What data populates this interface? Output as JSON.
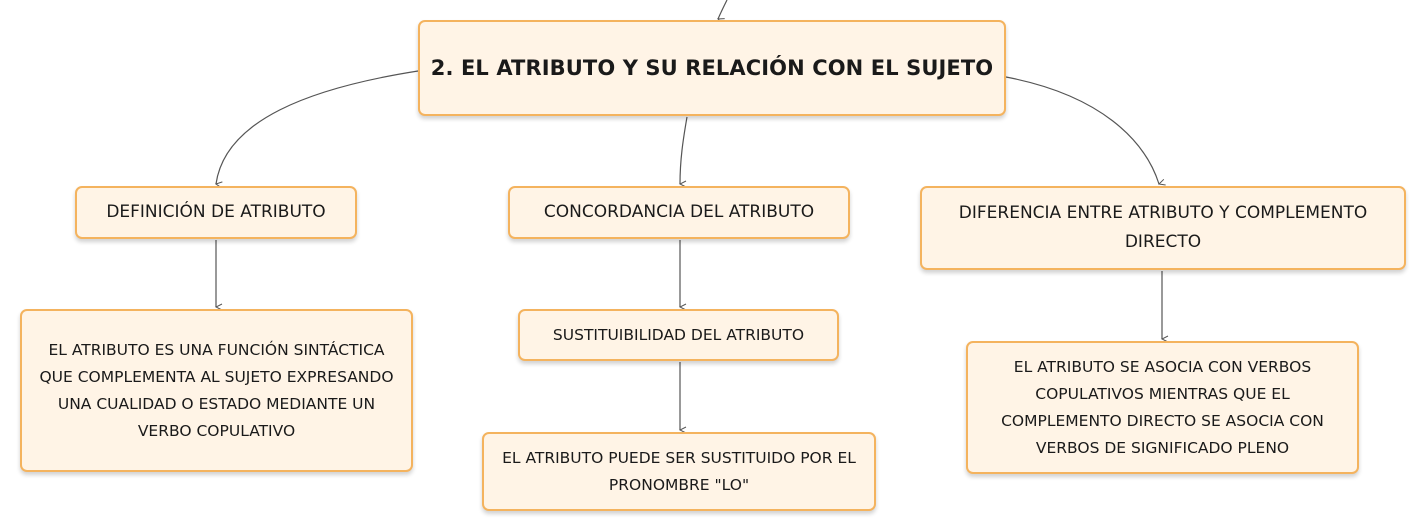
{
  "diagram": {
    "root": {
      "label": "2. EL ATRIBUTO Y SU RELACIÓN CON EL SUJETO"
    },
    "branches": [
      {
        "label": "DEFINICIÓN DE ATRIBUTO",
        "child": "EL ATRIBUTO ES UNA FUNCIÓN SINTÁCTICA QUE COMPLEMENTA AL SUJETO EXPRESANDO UNA CUALIDAD O ESTADO MEDIANTE UN VERBO COPULATIVO"
      },
      {
        "label": "CONCORDANCIA DEL ATRIBUTO",
        "child": "SUSTITUIBILIDAD DEL ATRIBUTO",
        "grandchild": "EL ATRIBUTO PUEDE SER SUSTITUIDO POR EL PRONOMBRE \"LO\""
      },
      {
        "label": "DIFERENCIA ENTRE ATRIBUTO Y COMPLEMENTO DIRECTO",
        "child": "EL ATRIBUTO SE ASOCIA CON VERBOS COPULATIVOS MIENTRAS QUE EL COMPLEMENTO DIRECTO SE ASOCIA CON VERBOS DE SIGNIFICADO PLENO"
      }
    ],
    "colors": {
      "node_fill": "#fff4e6",
      "node_border": "#f4b35e",
      "connector": "#555555",
      "text": "#1a1a1a"
    }
  }
}
